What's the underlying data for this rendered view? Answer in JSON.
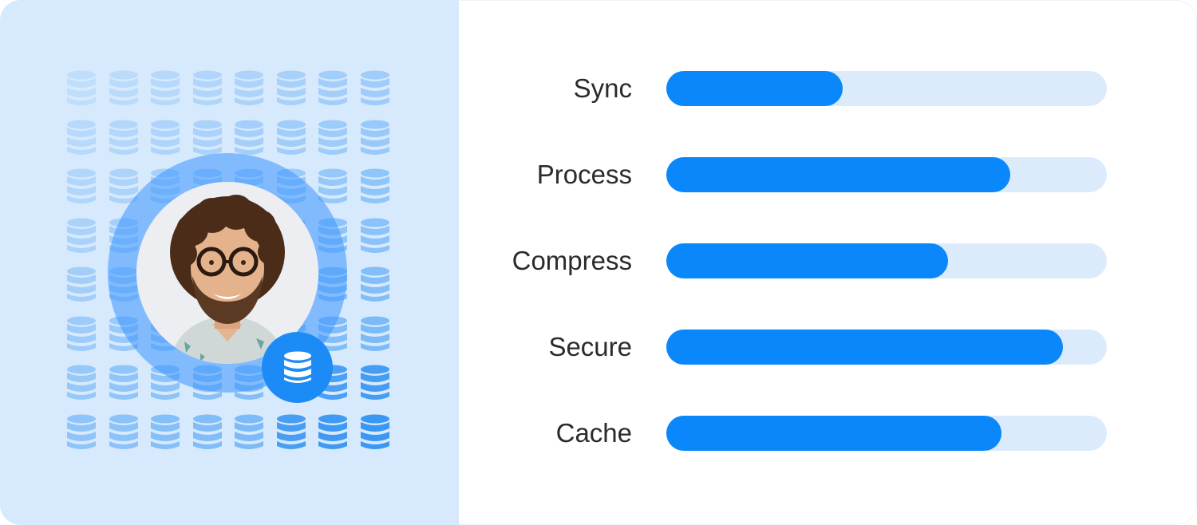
{
  "colors": {
    "accent": "#0a87fb",
    "track": "#dcebfb",
    "panel_background": "#d6e9fd",
    "label_text": "#2b2b2b"
  },
  "profile": {
    "avatar_description": "portrait-photo",
    "badge_icon": "database-icon"
  },
  "metrics": [
    {
      "label": "Sync",
      "progress_percent": 40
    },
    {
      "label": "Process",
      "progress_percent": 78
    },
    {
      "label": "Compress",
      "progress_percent": 64
    },
    {
      "label": "Secure",
      "progress_percent": 90
    },
    {
      "label": "Cache",
      "progress_percent": 76
    }
  ]
}
